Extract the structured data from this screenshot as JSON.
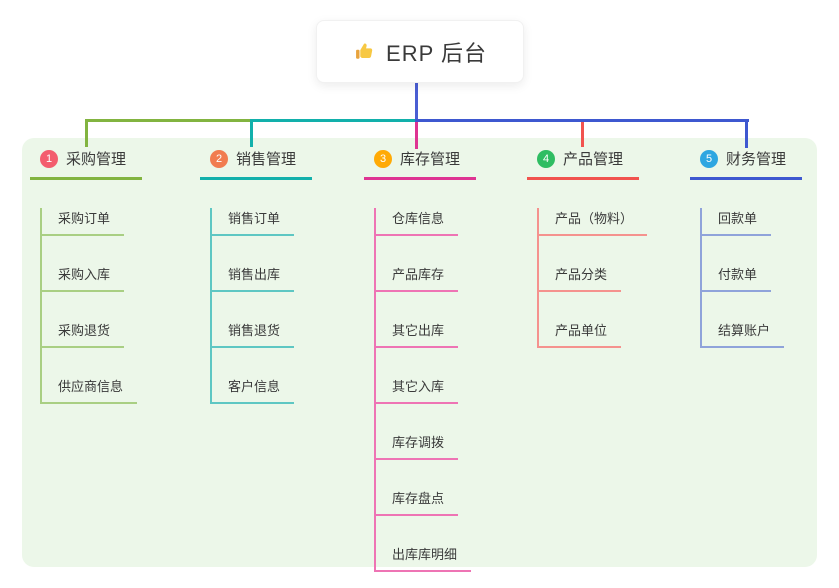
{
  "root": {
    "title": "ERP 后台",
    "icon": "thumbs-up-icon",
    "icon_colors": {
      "hand": "#f7c843",
      "cuff": "#e8a33d"
    }
  },
  "panel": {
    "background": "#ecf7e9"
  },
  "text_color": "#3a3a3a",
  "root_connector_color": "#4a5ed3",
  "branches": [
    {
      "badge": "1",
      "title": "采购管理",
      "badge_color": "#f35d6e",
      "line_color": "#82b440",
      "light_color": "#a9cf83",
      "children": [
        "采购订单",
        "采购入库",
        "采购退货",
        "供应商信息"
      ]
    },
    {
      "badge": "2",
      "title": "销售管理",
      "badge_color": "#f17c50",
      "line_color": "#12b0ab",
      "light_color": "#5ec7c3",
      "children": [
        "销售订单",
        "销售出库",
        "销售退货",
        "客户信息"
      ]
    },
    {
      "badge": "3",
      "title": "库存管理",
      "badge_color": "#ffaa05",
      "line_color": "#de3492",
      "light_color": "#ee74b4",
      "children": [
        "仓库信息",
        "产品库存",
        "其它出库",
        "其它入库",
        "库存调拨",
        "库存盘点",
        "出库库明细"
      ]
    },
    {
      "badge": "4",
      "title": "产品管理",
      "badge_color": "#2fbd62",
      "line_color": "#f1534e",
      "light_color": "#f5928e",
      "children": [
        "产品（物料）",
        "产品分类",
        "产品单位"
      ]
    },
    {
      "badge": "5",
      "title": "财务管理",
      "badge_color": "#2ea6e1",
      "line_color": "#3e58d0",
      "light_color": "#8fa3da",
      "children": [
        "回款单",
        "付款单",
        "结算账户"
      ]
    }
  ]
}
